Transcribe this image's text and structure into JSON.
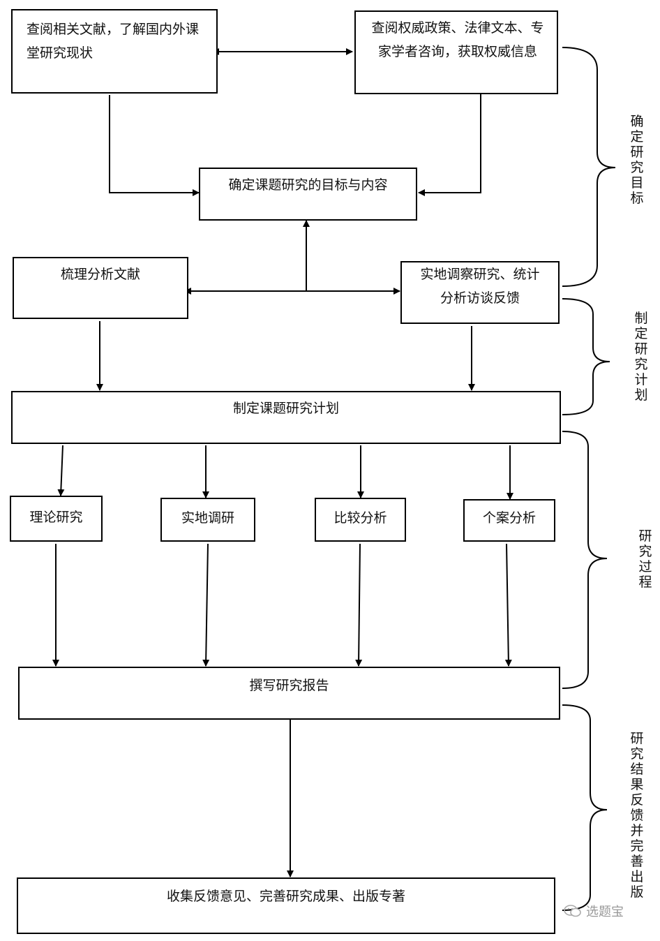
{
  "boxes": {
    "lit_review": "查阅相关文献，了解国内外课堂研究现状",
    "authority_info": "查阅权威政策、法律文本、专家学者咨询，获取权威信息",
    "goal_content": "确定课题研究的目标与内容",
    "sort_literature": "梳理分析文献",
    "field_survey_stats": "实地调察研究、统计分析访谈反馈",
    "plan": "制定课题研究计划",
    "theory": "理论研究",
    "field_research": "实地调研",
    "comparison": "比较分析",
    "case_analysis": "个案分析",
    "report": "撰写研究报告",
    "publish": "收集反馈意见、完善研究成果、出版专著"
  },
  "stages": [
    "确定研究目标",
    "制定研究计划",
    "研究过程",
    "研究结果反馈并完善出版"
  ],
  "watermark": {
    "text": "选题宝",
    "icon": "wechat-icon"
  }
}
